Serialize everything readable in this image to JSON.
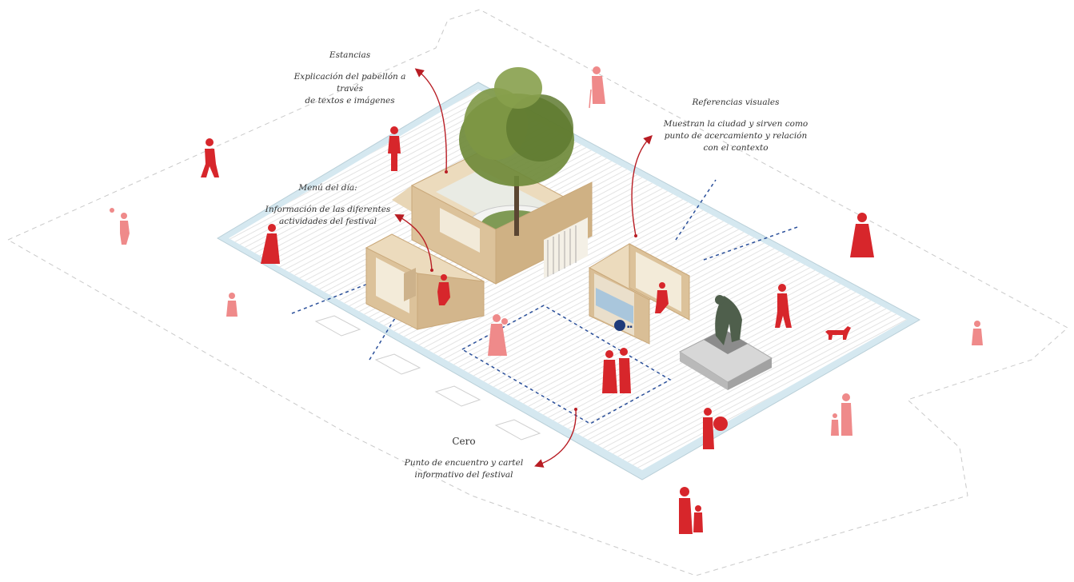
{
  "annotations": {
    "estancias": {
      "title": "Estancias",
      "line1": "Explicación del pabellón a través",
      "line2": "de textos e imágenes"
    },
    "referencias": {
      "title": "Referencias visuales",
      "line1": "Muestran la ciudad y sirven como",
      "line2": "punto de acercamiento y relación",
      "line3": "con el contexto"
    },
    "menu": {
      "title": "Menú del día:",
      "line1": "Información de las diferentes",
      "line2": "actividades del festival"
    },
    "cero": {
      "title": "Cero",
      "line1": "Punto de encuentro y cartel",
      "line2": "informativo del festival"
    }
  },
  "colors": {
    "figure_red": "#d7262b",
    "figure_light": "#ef8a8a",
    "wood": "#dcc29a",
    "wood_dark": "#c9a87a",
    "pool_blue": "#cfe3ec",
    "dash_blue": "#2a4f9a",
    "arrow_red": "#b81d24",
    "site_dash": "#c9c9c9",
    "tree_green": "#6f8a3a",
    "statue": "#4f5f4c"
  },
  "icons": [
    "tree-icon",
    "statue-icon",
    "pedestrian-figure-icon",
    "dog-icon",
    "logo-icon"
  ]
}
